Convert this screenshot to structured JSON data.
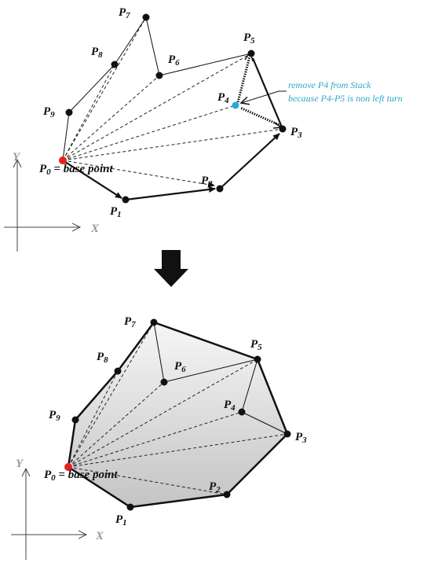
{
  "top": {
    "points": [
      {
        "name": "P0",
        "label": "P",
        "sub": "0"
      },
      {
        "name": "P1",
        "label": "P",
        "sub": "1"
      },
      {
        "name": "P2",
        "label": "P",
        "sub": "2"
      },
      {
        "name": "P3",
        "label": "P",
        "sub": "3"
      },
      {
        "name": "P4",
        "label": "P",
        "sub": "4"
      },
      {
        "name": "P5",
        "label": "P",
        "sub": "5"
      },
      {
        "name": "P6",
        "label": "P",
        "sub": "6"
      },
      {
        "name": "P7",
        "label": "P",
        "sub": "7"
      },
      {
        "name": "P8",
        "label": "P",
        "sub": "8"
      },
      {
        "name": "P9",
        "label": "P",
        "sub": "9"
      }
    ],
    "base_point_suffix": " = base point",
    "note_line1": "remove P4 from Stack",
    "note_line2": "because P4-P5 is non left turn",
    "axis_x": "X",
    "axis_y": "Y"
  },
  "bottom": {
    "base_point_suffix": " = base point",
    "axis_x": "X",
    "axis_y": "Y"
  },
  "colors": {
    "base_point": "#e8201c",
    "removed_point": "#2aa7e0",
    "note": "#2aa7c9",
    "hull_fill_light": "#f4f4f4",
    "hull_fill_dark": "#c8c8c8",
    "point": "#111111",
    "axis_label": "#9a9a9a"
  },
  "icons": {
    "transition": "down-arrow-icon"
  }
}
